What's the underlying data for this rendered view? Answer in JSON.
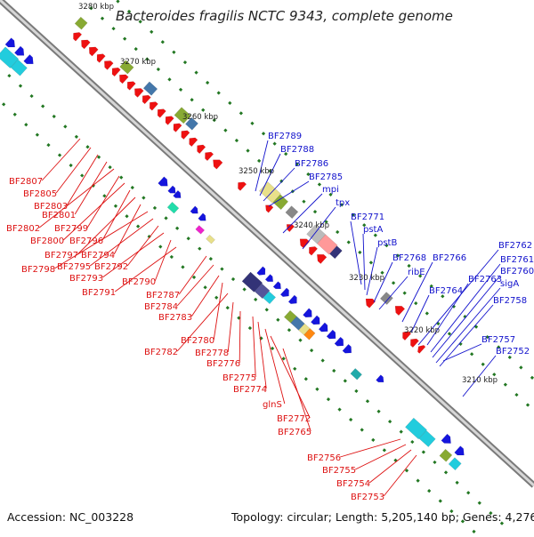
{
  "title": "Bacteroides fragilis NCTC 9343, complete genome",
  "footer": {
    "accession": "Accession: NC_003228",
    "summary": "Topology: circular; Length: 5,205,140 bp; Genes: 4,276"
  },
  "colors": {
    "backbone": "#9a9a9a",
    "forward_strand_label": "#1111cc",
    "reverse_strand_label": "#dd1111",
    "forward_gene": "#1515dd",
    "reverse_gene": "#ee1111",
    "tick": "#227722",
    "cyan": "#22ccdd",
    "olive": "#88aa33",
    "steelblue": "#4477aa",
    "khaki": "#e8e08a",
    "gray": "#888888",
    "pink": "#ff9999",
    "magenta": "#ee22cc",
    "orange": "#ff8811",
    "navy": "#333377"
  },
  "scale_labels": [
    "3280 kbp",
    "3270 kbp",
    "3260 kbp",
    "3250 kbp",
    "3240 kbp",
    "3230 kbp",
    "3220 kbp",
    "3210 kbp"
  ],
  "forward_labels": [
    "BF2789",
    "BF2788",
    "BF2786",
    "BF2785",
    "mpi",
    "tpx",
    "BF2771",
    "pstA",
    "pstB",
    "BF2768",
    "ribE",
    "BF2766",
    "BF2764",
    "BF2763",
    "BF2762",
    "BF2761",
    "BF2760",
    "sigA",
    "BF2758",
    "BF2757",
    "BF2752"
  ],
  "reverse_labels": [
    "BF2807",
    "BF2805",
    "BF2803",
    "BF2801",
    "BF2802",
    "BF2799",
    "BF2800",
    "BF2796",
    "BF2797",
    "BF2794",
    "BF2798",
    "BF2795",
    "BF2792",
    "BF2793",
    "BF2790",
    "BF2791",
    "BF2787",
    "BF2784",
    "BF2783",
    "BF2780",
    "BF2782",
    "BF2778",
    "BF2776",
    "BF2775",
    "BF2774",
    "glnS",
    "BF2772",
    "BF2765",
    "BF2756",
    "BF2755",
    "BF2754",
    "BF2753"
  ]
}
